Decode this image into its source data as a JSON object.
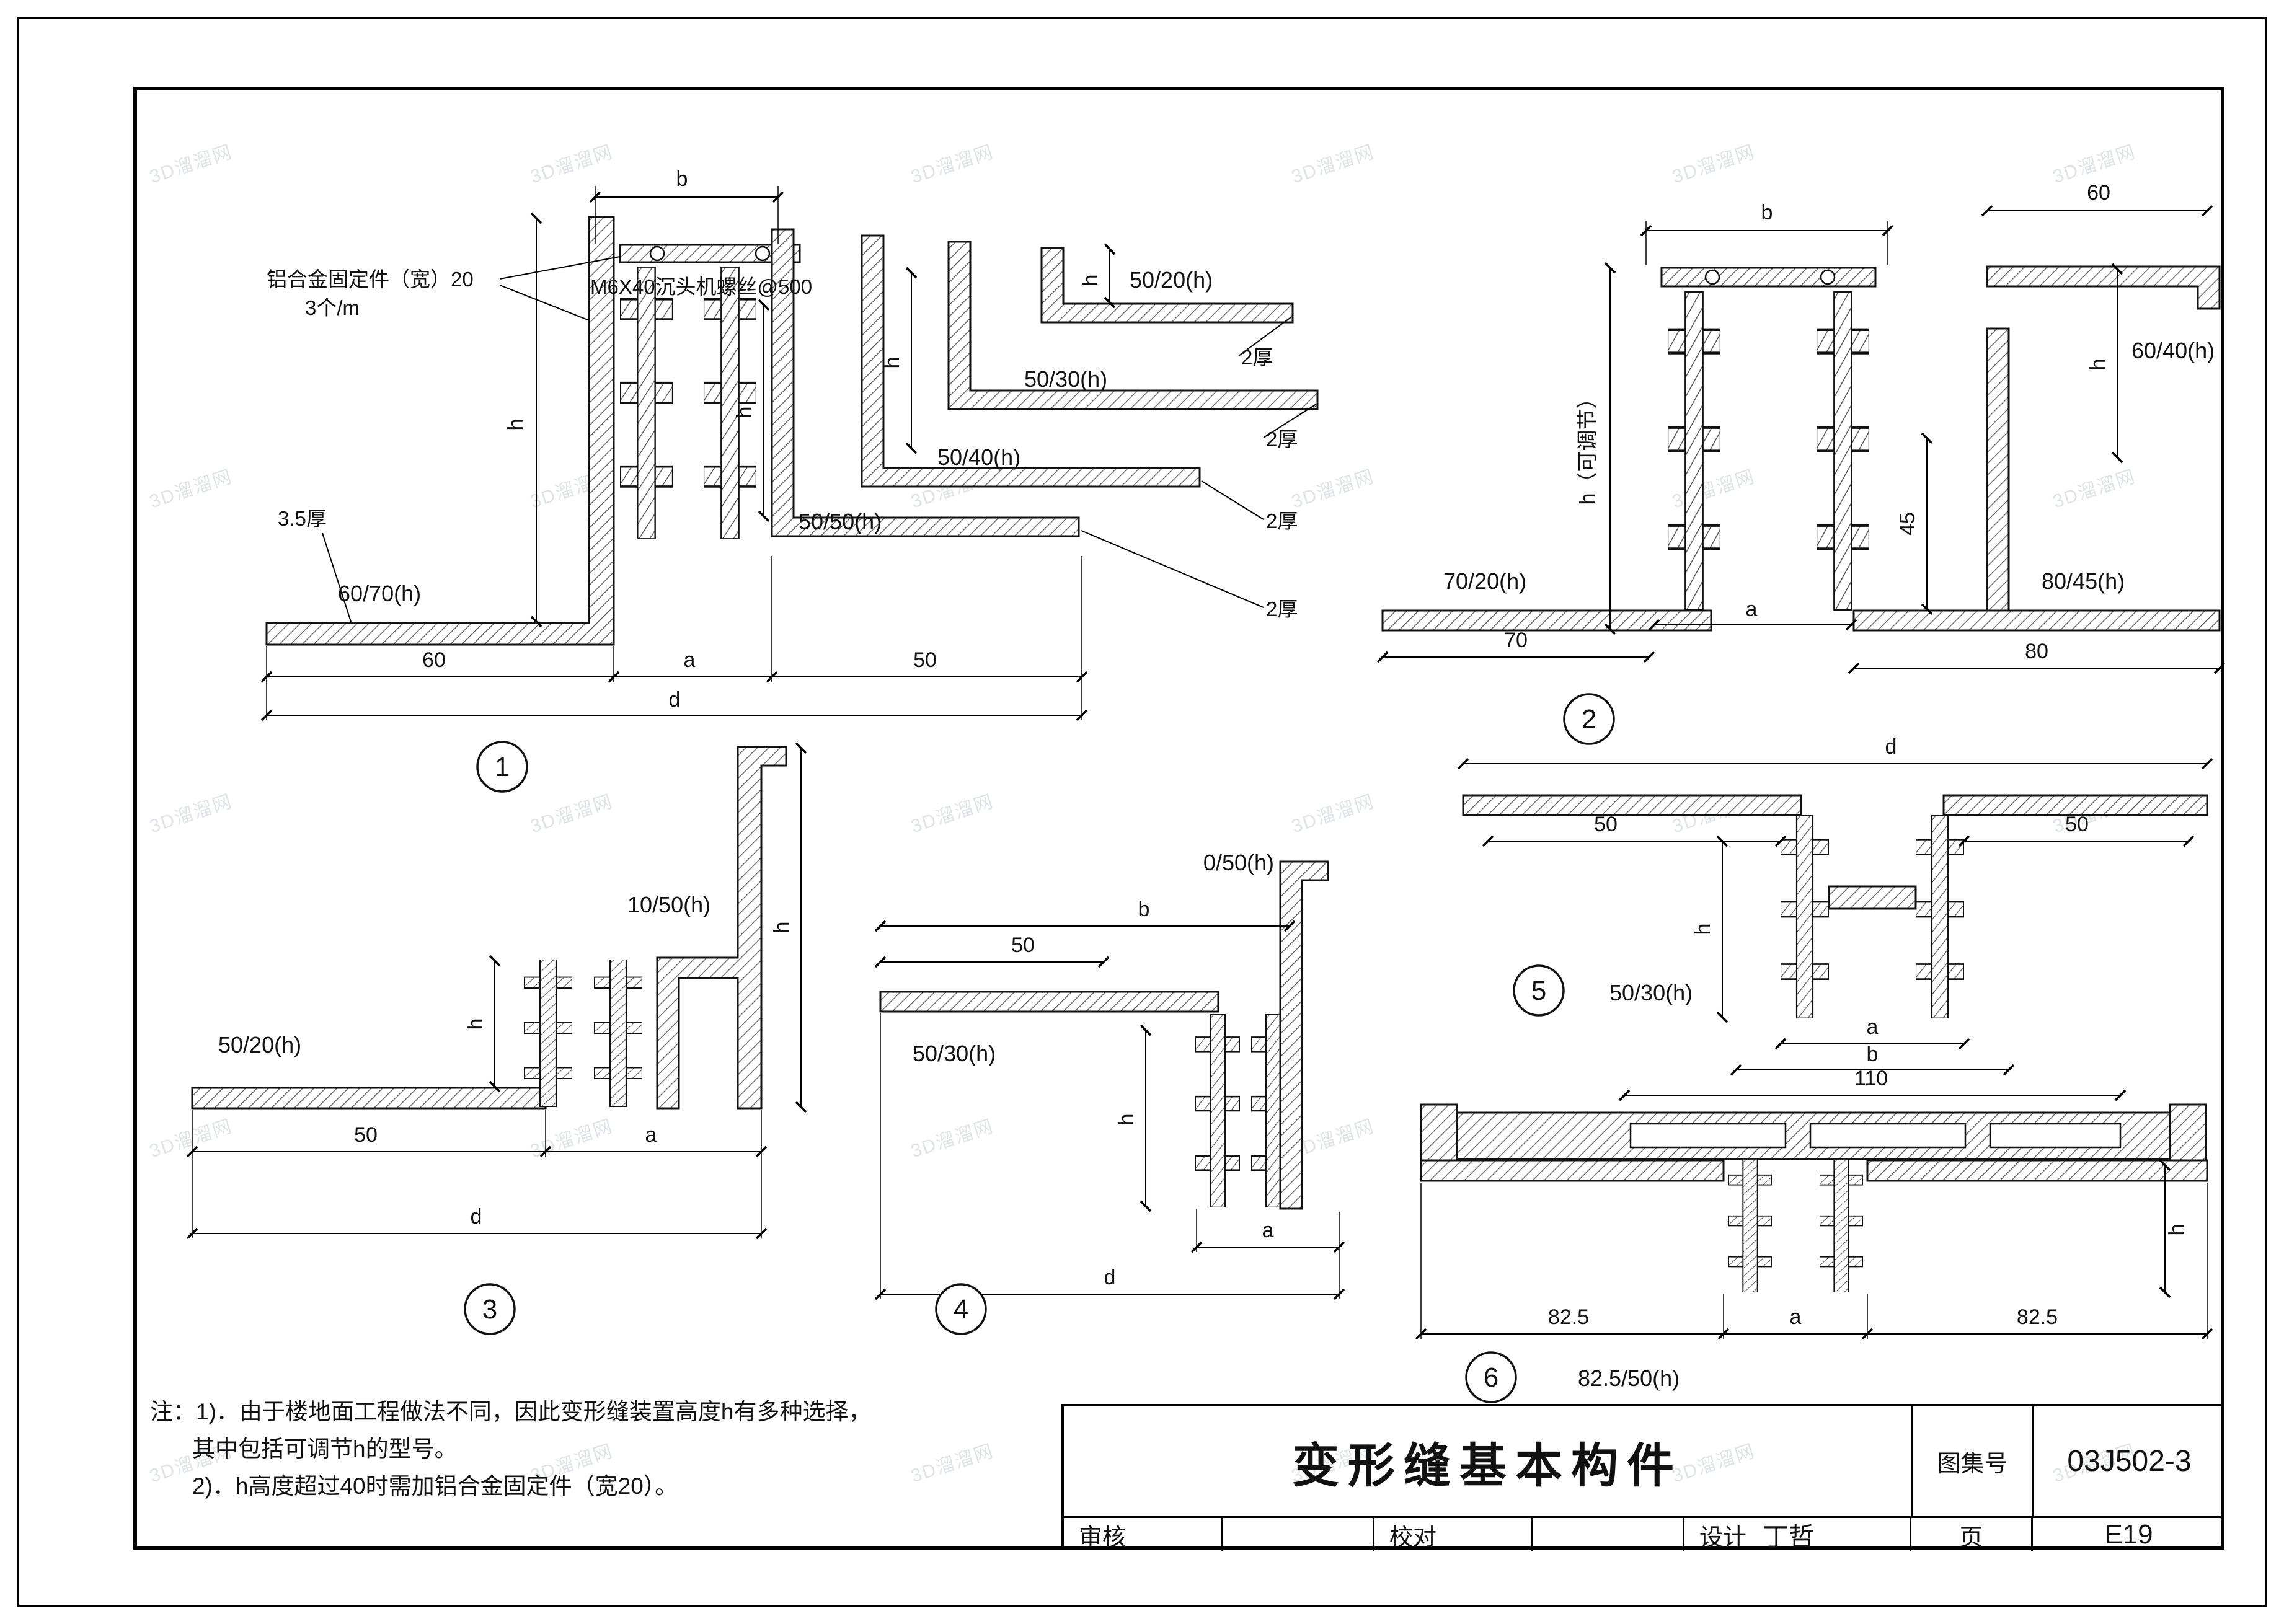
{
  "page": {
    "watermark": "3D溜溜网"
  },
  "title_block": {
    "title": "变形缝基本构件",
    "atlas_label": "图集号",
    "atlas_no": "03J502-3",
    "review_label": "审核",
    "proof_label": "校对",
    "design_label": "设计",
    "designer": "丁哲",
    "page_label": "页",
    "page_no": "E19"
  },
  "notes": {
    "line1": "注：1)．由于楼地面工程做法不同，因此变形缝装置高度h有多种选择，",
    "line2": "其中包括可调节h的型号。",
    "line3": "2)．h高度超过40时需加铝合金固定件（宽20）。"
  },
  "details": {
    "d1": {
      "num": "1",
      "fixing_line1": "铝合金固定件（宽）20",
      "fixing_line2": "3个/m",
      "screw": "M6X40沉头机螺丝@500",
      "thk35": "3.5厚",
      "thk2": "2厚",
      "p6070": "60/70(h)",
      "p5020": "50/20(h)",
      "p5030": "50/30(h)",
      "p5040": "50/40(h)",
      "p5050": "50/50(h)",
      "dim_b": "b",
      "dim_h": "h",
      "dim_60": "60",
      "dim_a": "a",
      "dim_50": "50",
      "dim_d": "d"
    },
    "d2": {
      "num": "2",
      "p7020": "70/20(h)",
      "p8045": "80/45(h)",
      "p6040": "60/40(h)",
      "dim_b": "b",
      "dim_60": "60",
      "dim_h_adj": "h（可调节）",
      "dim_h": "h",
      "dim_45": "45",
      "dim_70": "70",
      "dim_a": "a",
      "dim_80": "80"
    },
    "d3": {
      "num": "3",
      "p5020": "50/20(h)",
      "p1050": "10/50(h)",
      "dim_h": "h",
      "dim_50": "50",
      "dim_a": "a",
      "dim_d": "d"
    },
    "d4": {
      "num": "4",
      "p5030": "50/30(h)",
      "p050": "0/50(h)",
      "dim_b": "b",
      "dim_50": "50",
      "dim_h": "h",
      "dim_a": "a",
      "dim_d": "d"
    },
    "d5": {
      "num": "5",
      "p5030": "50/30(h)",
      "dim_d": "d",
      "dim_50": "50",
      "dim_h": "h",
      "dim_a": "a",
      "dim_b": "b"
    },
    "d6": {
      "num": "6",
      "p82550": "82.5/50(h)",
      "dim_110": "110",
      "dim_825": "82.5",
      "dim_a": "a",
      "dim_h": "h"
    }
  }
}
